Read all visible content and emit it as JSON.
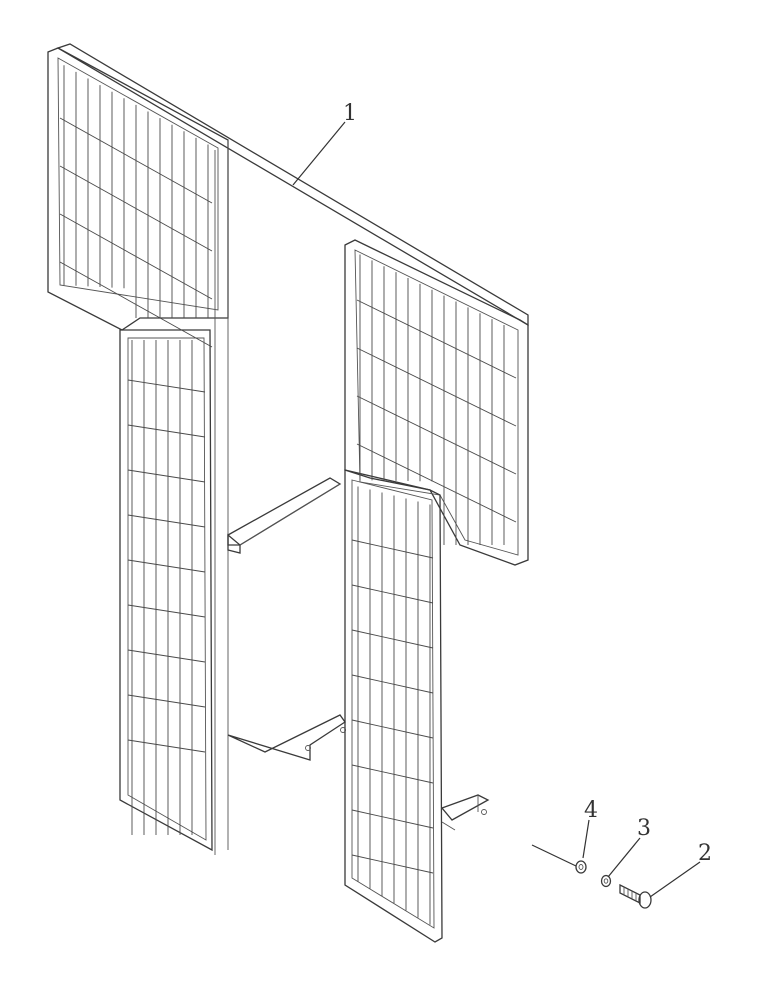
{
  "diagram": {
    "callouts": [
      {
        "id": "1",
        "label": "1"
      },
      {
        "id": "2",
        "label": "2"
      },
      {
        "id": "3",
        "label": "3"
      },
      {
        "id": "4",
        "label": "4"
      }
    ],
    "colors": {
      "line": "#3a3a3a",
      "background": "#ffffff"
    }
  }
}
